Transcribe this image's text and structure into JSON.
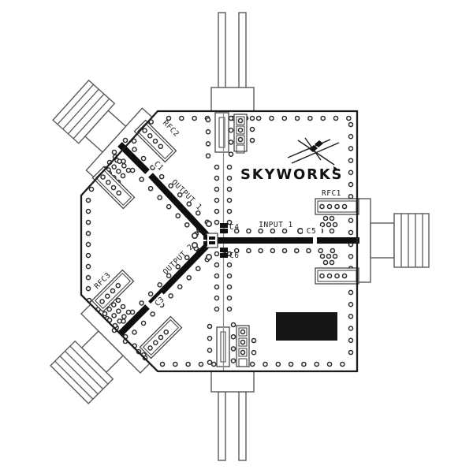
{
  "board": {
    "brand": "SKYWORKS",
    "connector_labels": {
      "rfc1": "RFC1",
      "rfc2": "RFC2",
      "rfc3": "RFC3"
    },
    "port_labels": {
      "input1": "INPUT 1",
      "output1": "OUTPUT 1",
      "output2": "OUTPUT 2"
    },
    "component_labels": {
      "c1": "C1",
      "c3": "C3",
      "c4": "C4",
      "c5": "C5",
      "c6": "C6"
    },
    "colors": {
      "background": "#ffffff",
      "trace": "#0e0e0e",
      "board_outline": "#1b1b1b",
      "connector_line": "#5a5a5a",
      "via_ring": "#2e2e2e"
    }
  }
}
